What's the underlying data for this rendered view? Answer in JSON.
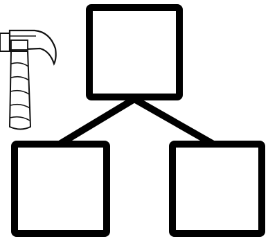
{
  "diagram": {
    "type": "tree",
    "colors": {
      "line": "#000000",
      "box_fill": "#ffffff",
      "background": "#ffffff",
      "hammer_head": "#ffffff",
      "hammer_stroke": "#111111"
    },
    "clipart": {
      "icon": "hammer-icon"
    },
    "nodes": [
      {
        "id": "top",
        "label": ""
      },
      {
        "id": "bottom-left",
        "label": ""
      },
      {
        "id": "bottom-right",
        "label": ""
      }
    ],
    "edges": [
      {
        "from": "top",
        "to": "bottom-left"
      },
      {
        "from": "top",
        "to": "bottom-right"
      }
    ]
  }
}
